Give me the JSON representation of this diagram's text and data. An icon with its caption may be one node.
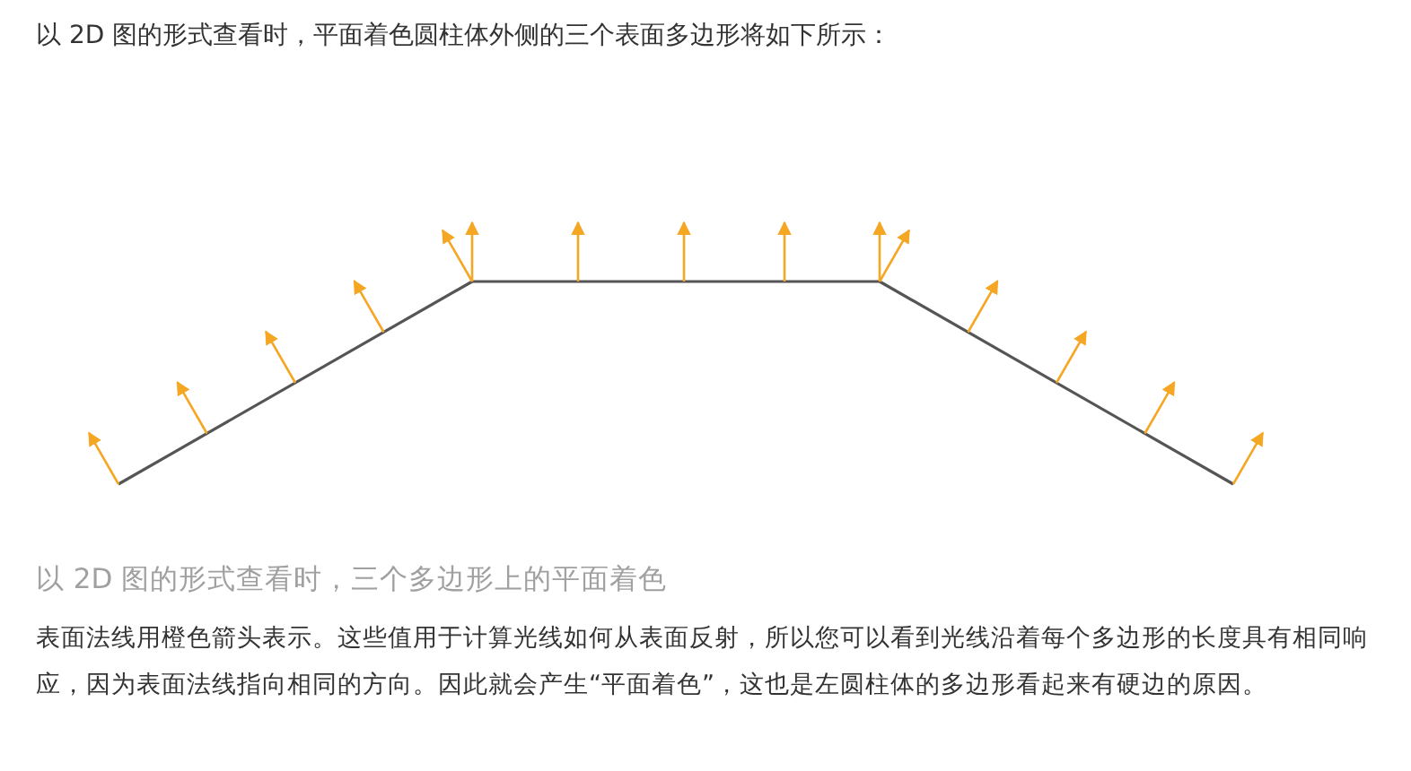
{
  "diagram": {
    "caption": "以 2D 图的形式查看时，三个多边形上的平面着色",
    "labels": [
      "以 2D 图的形式查看时，平面着色圆柱体外侧的三个表面多边形将如下所示：",
      "表面法线用橙色箭头表示。这些值用于计算光线如何从表面反射，所以您可以看到光线沿着每个多边形的长度具有相同响应，因为表面法线指向相同的方向。因此就会产生“平面着色”，这也是左圆柱体的多边形看起来有硬边的原因。"
    ]
  }
}
